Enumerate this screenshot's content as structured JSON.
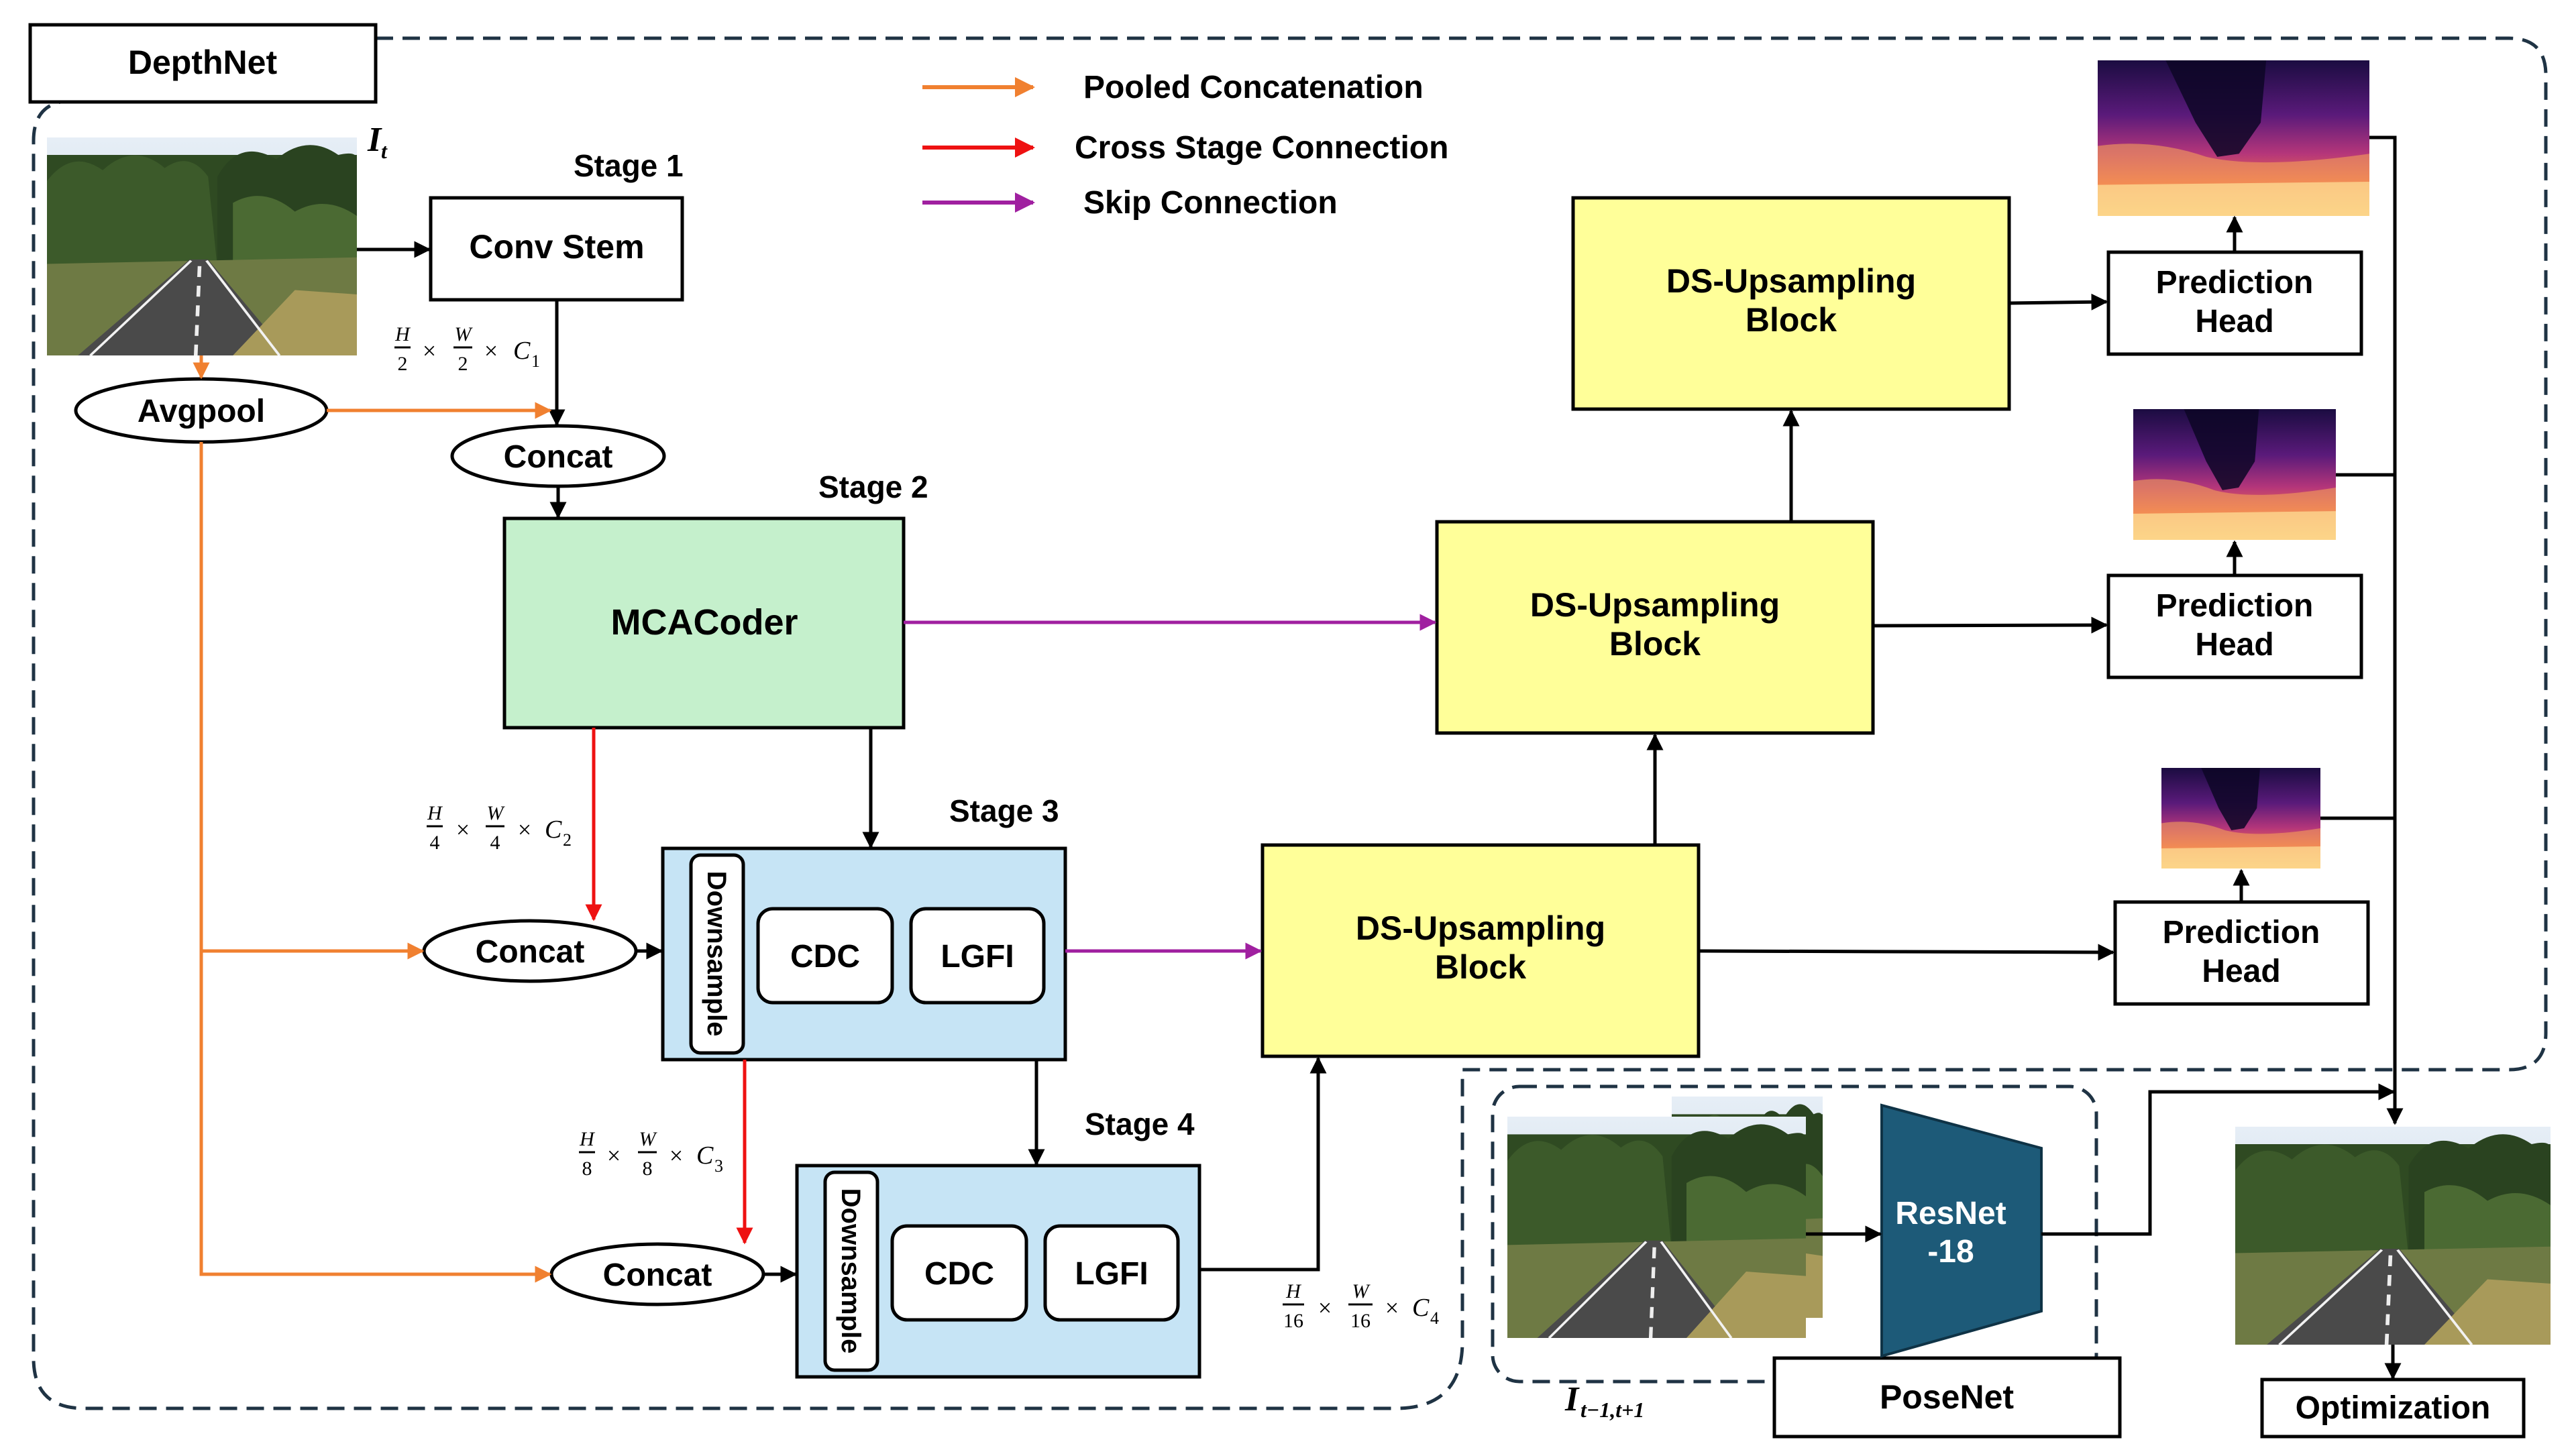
{
  "labels": {
    "depthnet": "DepthNet",
    "posenet": "PoseNet",
    "optimization": "Optimization",
    "input_it_main": "I",
    "input_it_sub": "t",
    "input_prev_main": "I",
    "input_prev_sub": "t−1,t+1",
    "stage1": "Stage 1",
    "stage2": "Stage 2",
    "stage3": "Stage 3",
    "stage4": "Stage 4",
    "conv_stem": "Conv Stem",
    "avgpool": "Avgpool",
    "concat": "Concat",
    "mcacoder": "MCACoder",
    "downsample": "Downsample",
    "cdc": "CDC",
    "lgfi": "LGFI",
    "ds_line1": "DS-Upsampling",
    "ds_line2": "Block",
    "pred_line1": "Prediction",
    "pred_line2": "Head",
    "resnet_line1": "ResNet",
    "resnet_line2": "-18"
  },
  "legend": [
    {
      "label": "Pooled Concatenation",
      "color": "#f08030"
    },
    {
      "label": "Cross Stage Connection",
      "color": "#ee1111"
    },
    {
      "label": "Skip Connection",
      "color": "#a020a0"
    }
  ],
  "dims": {
    "d1": {
      "num1": "H",
      "den1": "2",
      "num2": "W",
      "den2": "2",
      "c": "C",
      "sub": "1"
    },
    "d2": {
      "num1": "H",
      "den1": "4",
      "num2": "W",
      "den2": "4",
      "c": "C",
      "sub": "2"
    },
    "d3": {
      "num1": "H",
      "den1": "8",
      "num2": "W",
      "den2": "8",
      "c": "C",
      "sub": "3"
    },
    "d4": {
      "num1": "H",
      "den1": "16",
      "num2": "W",
      "den2": "16",
      "c": "C",
      "sub": "4"
    }
  },
  "colors": {
    "mcacoder_fill": "#c5f0cc",
    "stage_fill": "#c6e4f5",
    "ds_fill": "#ffff99",
    "resnet_fill": "#1d5a78",
    "dashed_border": "#1f3344",
    "orange": "#f08030",
    "red": "#ee1111",
    "purple": "#a020a0"
  }
}
